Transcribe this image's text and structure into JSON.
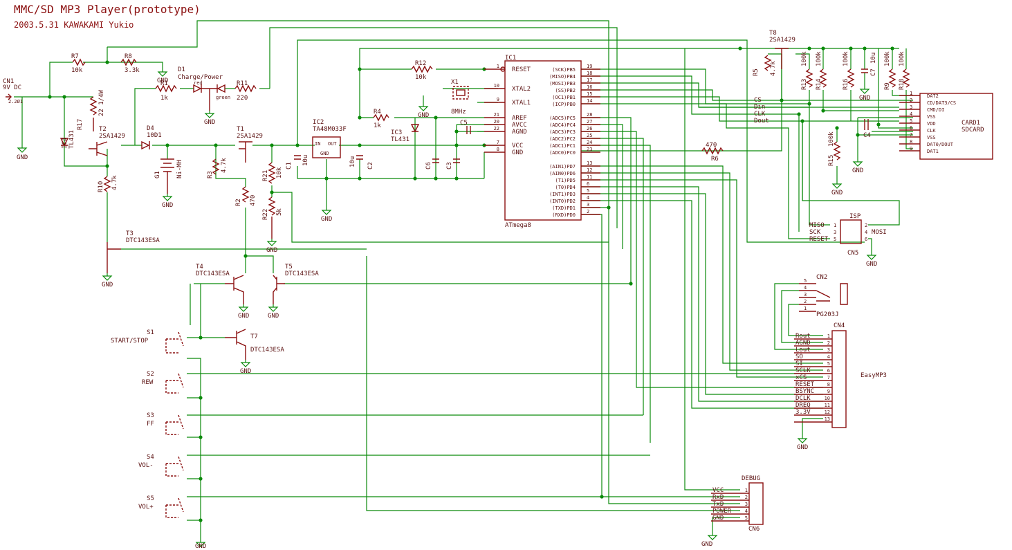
{
  "title": "MMC/SD MP3 Player(prototype)",
  "subtitle": "2003.5.31  KAWAKAMI Yukio",
  "labels": {
    "cn1": "CN1",
    "cn1_v": "9V DC",
    "cn1_part": "2.2Ø1",
    "r7": "R7",
    "r7v": "10k",
    "r8": "R8",
    "r8v": "3.3k",
    "d1": "D1",
    "d1v": "Charge/Power",
    "d1r": "red",
    "d1g": "green",
    "r1": "R1",
    "r1v": "1k",
    "r11": "R11",
    "r11v": "220",
    "r17": "R17",
    "r17v": "22 1/4W",
    "ic4": "IC4",
    "ic4v": "TL431",
    "t2": "T2",
    "t2v": "2SA1429",
    "d4": "D4",
    "d4v": "10D1",
    "t1": "T1",
    "t1v": "2SA1429",
    "g1": "G1",
    "g1v": "Ni-MH",
    "r3": "R3",
    "r3v": "4.7k",
    "r2": "R2",
    "r2v": "470",
    "r21": "R21",
    "r21v": "10k",
    "r22": "R22",
    "r22v": "5k",
    "r10": "R10",
    "r10v": "4.7k",
    "t3": "T3",
    "t3v": "DTC143ESA",
    "t4": "T4",
    "t4v": "DTC143ESA",
    "t5": "T5",
    "t5v": "DTC143ESA",
    "t7": "T7",
    "t7v": "DTC143ESA",
    "ic2": "IC2",
    "ic2v": "TA48M033F",
    "ic2in": "IN",
    "ic2out": "OUT",
    "ic2gnd": "GND",
    "c1": "C1",
    "c1v": "10u",
    "c2": "C2",
    "c2v": "10u",
    "r12": "R12",
    "r12v": "10k",
    "r4": "R4",
    "r4v": "1k",
    "ic3": "IC3",
    "ic3v": "TL431",
    "x1": "X1",
    "x1v": "8MHz",
    "c5": "C5",
    "c6": "C6",
    "c3": "C3",
    "ic1": "IC1",
    "ic1v": "ATmega8",
    "t8": "T8",
    "t8v": "2SA1429",
    "r5": "R5",
    "r5v": "4.7k",
    "r13": "R13",
    "r13v": "100k",
    "r14": "R14",
    "r14v": "100k",
    "r16": "R16",
    "r16v": "100k",
    "c7": "C7",
    "c7v": "10u",
    "r9": "R9",
    "r9v": "100k",
    "r18": "R18",
    "r18v": "100k",
    "r15": "R15",
    "r15v": "100k",
    "c4": "C4",
    "r6": "R6",
    "r6v": "470",
    "card1": "CARD1",
    "card1v": "SDCARD",
    "isp": "ISP",
    "cn5": "CN5",
    "cn2": "CN2",
    "pg203j": "PG203J",
    "cn4": "CN4",
    "easymp3": "EasyMP3",
    "debug": "DEBUG",
    "cn6": "CN6",
    "s1": "S1",
    "s1v": "START/STOP",
    "s2": "S2",
    "s2v": "REW",
    "s3": "S3",
    "s3v": "FF",
    "s4": "S4",
    "s4v": "VOL-",
    "s5": "S5",
    "s5v": "VOL+",
    "gnd": "GND",
    "sd_net": [
      "CS",
      "Din",
      "CLK",
      "Dout"
    ]
  },
  "ic1_left": [
    {
      "pin": "1",
      "name": "RESET"
    },
    {
      "pin": "10",
      "name": "XTAL2"
    },
    {
      "pin": "9",
      "name": "XTAL1"
    },
    {
      "pin": "21",
      "name": "AREF"
    },
    {
      "pin": "20",
      "name": "AVCC"
    },
    {
      "pin": "22",
      "name": "AGND"
    },
    {
      "pin": "7",
      "name": "VCC"
    },
    {
      "pin": "8",
      "name": "GND"
    }
  ],
  "ic1_right_top": [
    {
      "pin": "19",
      "name": "(SCK)PB5"
    },
    {
      "pin": "18",
      "name": "(MISO)PB4"
    },
    {
      "pin": "17",
      "name": "(MOSI)PB3"
    },
    {
      "pin": "16",
      "name": "(SS)PB2"
    },
    {
      "pin": "15",
      "name": "(OC1)PB1"
    },
    {
      "pin": "14",
      "name": "(ICP)PB0"
    }
  ],
  "ic1_right_mid": [
    {
      "pin": "28",
      "name": "(ADC5)PC5"
    },
    {
      "pin": "27",
      "name": "(ADC4)PC4"
    },
    {
      "pin": "26",
      "name": "(ADC3)PC3"
    },
    {
      "pin": "25",
      "name": "(ADC2)PC2"
    },
    {
      "pin": "24",
      "name": "(ADC1)PC1"
    },
    {
      "pin": "23",
      "name": "(ADC0)PC0"
    }
  ],
  "ic1_right_bot": [
    {
      "pin": "13",
      "name": "(AIN1)PD7"
    },
    {
      "pin": "12",
      "name": "(AIN0)PD6"
    },
    {
      "pin": "11",
      "name": "(T1)PD5"
    },
    {
      "pin": "6",
      "name": "(T0)PD4"
    },
    {
      "pin": "5",
      "name": "(INT1)PD3"
    },
    {
      "pin": "4",
      "name": "(INT0)PD2"
    },
    {
      "pin": "3",
      "name": "(TXD)PD1"
    },
    {
      "pin": "2",
      "name": "(RXD)PD0"
    }
  ],
  "sdcard_pins": [
    {
      "pin": "1",
      "name": "DAT2"
    },
    {
      "pin": "2",
      "name": "CD/DAT3/CS"
    },
    {
      "pin": "3",
      "name": "CMD/DI"
    },
    {
      "pin": "4",
      "name": "VSS"
    },
    {
      "pin": "5",
      "name": "VDD"
    },
    {
      "pin": "6",
      "name": "CLK"
    },
    {
      "pin": "7",
      "name": "VSS"
    },
    {
      "pin": "8",
      "name": "DAT0/DOUT"
    },
    {
      "pin": "9",
      "name": "DAT1"
    }
  ],
  "isp_pins": [
    {
      "l": "MISO",
      "a": "1",
      "b": "2",
      "r": ""
    },
    {
      "l": "SCK",
      "a": "3",
      "b": "4",
      "r": "MOSI"
    },
    {
      "l": "RESET",
      "a": "5",
      "b": "6",
      "r": ""
    }
  ],
  "cn2_pins": [
    "5",
    "4",
    "3",
    "2",
    "1"
  ],
  "cn4_pins": [
    {
      "pin": "1",
      "name": "Rout"
    },
    {
      "pin": "2",
      "name": "AGND"
    },
    {
      "pin": "3",
      "name": "Lout"
    },
    {
      "pin": "4",
      "name": "SO"
    },
    {
      "pin": "5",
      "name": "SI"
    },
    {
      "pin": "6",
      "name": "SCLK"
    },
    {
      "pin": "7",
      "name": "xCS"
    },
    {
      "pin": "8",
      "name": "RESET"
    },
    {
      "pin": "9",
      "name": "BSYNC"
    },
    {
      "pin": "10",
      "name": "DCLK"
    },
    {
      "pin": "11",
      "name": "DREQ"
    },
    {
      "pin": "12",
      "name": "3.3V"
    },
    {
      "pin": "13",
      "name": ""
    }
  ],
  "cn6_pins": [
    {
      "pin": "1",
      "name": "VCC"
    },
    {
      "pin": "2",
      "name": "RxD"
    },
    {
      "pin": "3",
      "name": "TxD"
    },
    {
      "pin": "4",
      "name": "POWER"
    },
    {
      "pin": "5",
      "name": "GND"
    }
  ]
}
